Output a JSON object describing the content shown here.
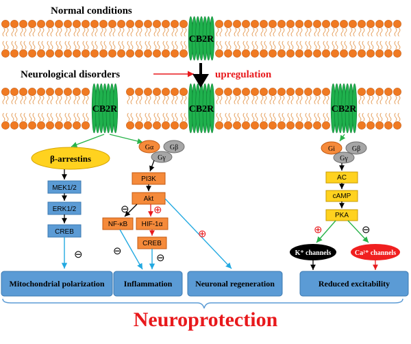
{
  "header": {
    "normal": "Normal conditions",
    "disorders": "Neurological disorders",
    "upregulation": "upregulation"
  },
  "receptor": {
    "label": "CB2R"
  },
  "left_path": {
    "arrestin": "β-arrestins",
    "boxes": [
      "MEK1/2",
      "ERK1/2",
      "CREB"
    ]
  },
  "mid_path": {
    "galpha": "Gα",
    "gbeta": "Gβ",
    "ggamma": "Gγ",
    "pi3k": "PI3K",
    "akt": "Akt",
    "nfkb": "NF-κB",
    "hif": "HIF-1α",
    "creb": "CREB"
  },
  "right_path": {
    "gi": "Gi",
    "gbeta": "Gβ",
    "ggamma": "Gγ",
    "boxes": [
      "AC",
      "cAMP",
      "PKA"
    ],
    "k_channels": "K⁺ channels",
    "ca_channels": "Ca²⁺ channels"
  },
  "outcomes": [
    "Mitochondrial polarization",
    "Inflammation",
    "Neuronal regeneration",
    "Reduced excitability"
  ],
  "footer": {
    "title": "Neuroprotection"
  },
  "symbols": {
    "plus": "⊕",
    "minus": "⊖"
  },
  "colors": {
    "lipid_head": "#f07a22",
    "lipid_head_stroke": "#c35a12",
    "lipid_tail": "#e08b3a",
    "receptor": "#1fb14d",
    "receptor_dark": "#0d7a31",
    "orange_box": "#f58a3a",
    "yellow_box": "#ffd21f",
    "blue_box": "#5b9bd5",
    "outcome": "#5b9bd5",
    "g_protein": "#a6a6a6",
    "accent_red": "#e8191c",
    "arrow_green": "#29b34a",
    "arrow_blue": "#22a9e1",
    "ca_channel": "#f01f1f"
  }
}
